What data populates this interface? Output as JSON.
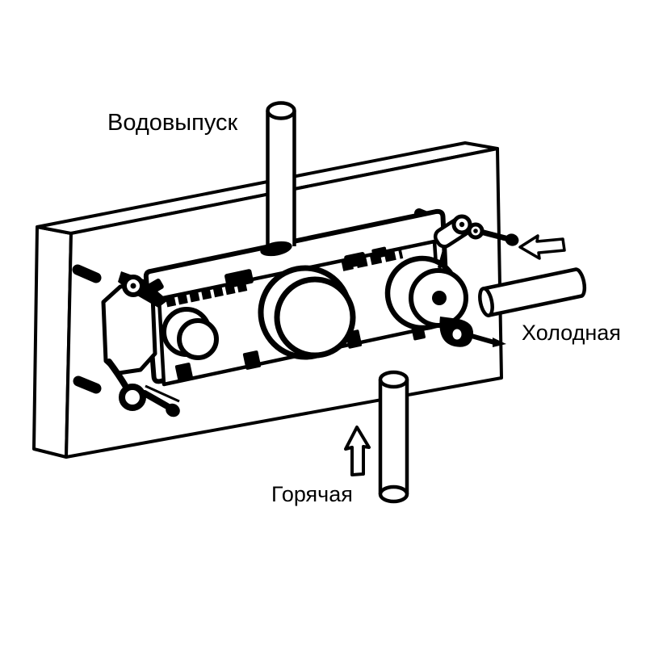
{
  "diagram": {
    "kind": "concealed-shower-valve-installation-diagram",
    "labels": {
      "outlet": "Водовыпуск",
      "cold": "Холодная",
      "hot": "Горячая"
    },
    "arrows": {
      "cold_inlet_direction": "left",
      "hot_inlet_direction": "up"
    },
    "colors": {
      "line": "#000000",
      "background": "#ffffff"
    }
  }
}
